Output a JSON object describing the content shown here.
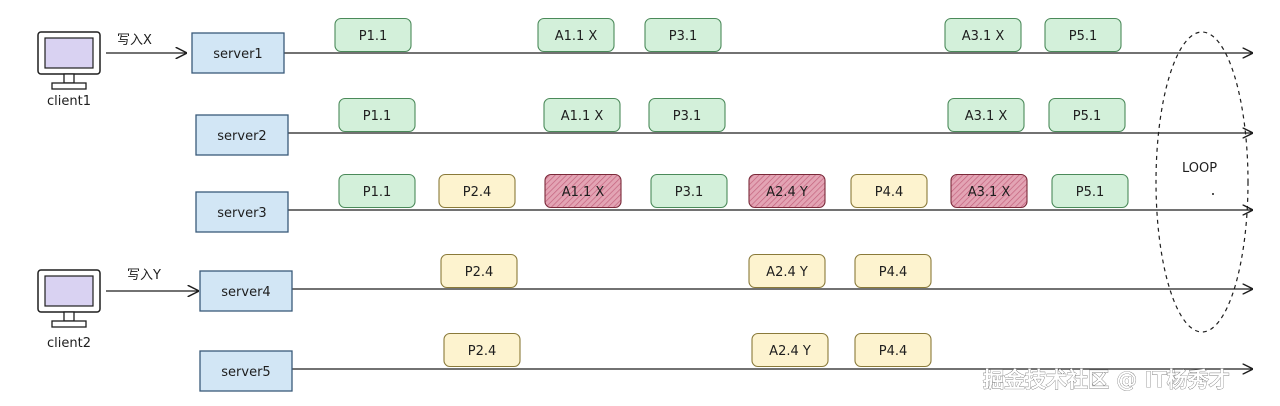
{
  "clients": [
    {
      "id": "client1",
      "label": "client1",
      "action": "写入X",
      "target": "server1"
    },
    {
      "id": "client2",
      "label": "client2",
      "action": "写入Y",
      "target": "server4"
    }
  ],
  "servers": [
    {
      "id": "server1",
      "label": "server1",
      "messages": [
        {
          "label": "P1.1",
          "type": "prepare"
        },
        {
          "label": "A1.1 X",
          "type": "accept"
        },
        {
          "label": "P3.1",
          "type": "prepare"
        },
        {
          "label": "A3.1 X",
          "type": "accept"
        },
        {
          "label": "P5.1",
          "type": "prepare"
        }
      ]
    },
    {
      "id": "server2",
      "label": "server2",
      "messages": [
        {
          "label": "P1.1",
          "type": "prepare"
        },
        {
          "label": "A1.1 X",
          "type": "accept"
        },
        {
          "label": "P3.1",
          "type": "prepare"
        },
        {
          "label": "A3.1 X",
          "type": "accept"
        },
        {
          "label": "P5.1",
          "type": "prepare"
        }
      ]
    },
    {
      "id": "server3",
      "label": "server3",
      "messages": [
        {
          "label": "P1.1",
          "type": "prepare"
        },
        {
          "label": "P2.4",
          "type": "prepare-y"
        },
        {
          "label": "A1.1 X",
          "type": "rejected"
        },
        {
          "label": "P3.1",
          "type": "prepare"
        },
        {
          "label": "A2.4 Y",
          "type": "rejected"
        },
        {
          "label": "P4.4",
          "type": "prepare-y"
        },
        {
          "label": "A3.1 X",
          "type": "rejected"
        },
        {
          "label": "P5.1",
          "type": "prepare"
        }
      ]
    },
    {
      "id": "server4",
      "label": "server4",
      "messages": [
        {
          "label": "P2.4",
          "type": "prepare-y"
        },
        {
          "label": "A2.4 Y",
          "type": "prepare-y"
        },
        {
          "label": "P4.4",
          "type": "prepare-y"
        }
      ]
    },
    {
      "id": "server5",
      "label": "server5",
      "messages": [
        {
          "label": "P2.4",
          "type": "prepare-y"
        },
        {
          "label": "A2.4 Y",
          "type": "prepare-y"
        },
        {
          "label": "P4.4",
          "type": "prepare-y"
        }
      ]
    }
  ],
  "loop_label": "LOOP",
  "watermark": "掘金技术社区 @ IT杨秀才",
  "colors": {
    "green_fill": "#d3f0da",
    "green_stroke": "#4b8a5a",
    "yellow_fill": "#fdf3cf",
    "yellow_stroke": "#8a7a3a",
    "red_fill": "#d9849a",
    "red_stroke": "#7a2a3a",
    "server_fill": "#d2e6f5",
    "server_stroke": "#3a5a7a",
    "monitor_fill": "#d9d2f2"
  }
}
